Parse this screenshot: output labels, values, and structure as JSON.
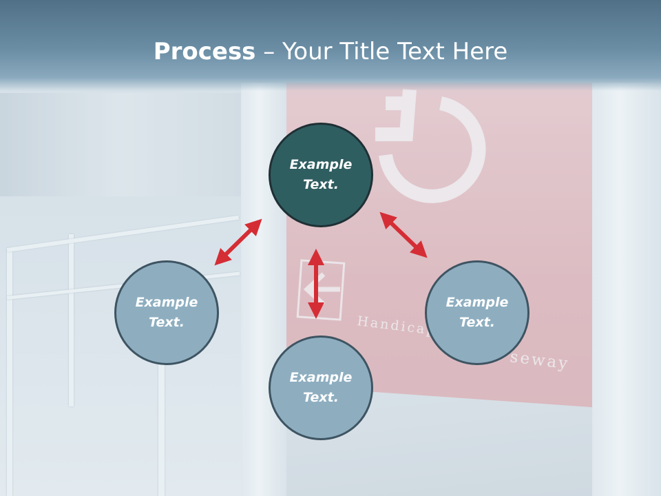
{
  "title": {
    "bold": "Process",
    "rest": " – Your Title Text Here"
  },
  "nodes": {
    "top": {
      "line1": "Example",
      "line2": "Text."
    },
    "left": {
      "line1": "Example",
      "line2": "Text."
    },
    "right": {
      "line1": "Example",
      "line2": "Text."
    },
    "bottom": {
      "line1": "Example",
      "line2": "Text."
    }
  },
  "colors": {
    "title_band": "#6b8ea5",
    "node_active": "#2f5e61",
    "node": "#8eaec0",
    "arrow": "#d52d35"
  },
  "icons": [
    "wheelchair-icon",
    "arrow-left-icon"
  ],
  "sign_text": {
    "line1": "Handicapp",
    "line2": "seway"
  }
}
